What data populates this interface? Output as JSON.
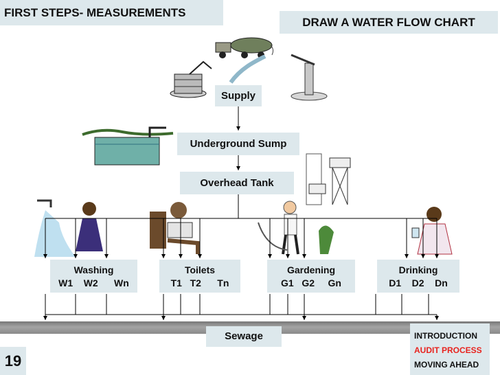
{
  "header": {
    "left_title": "FIRST STEPS- MEASUREMENTS",
    "right_title": "DRAW A WATER FLOW CHART"
  },
  "flow": {
    "supply": "Supply",
    "sump": "Underground Sump",
    "overhead": "Overhead Tank",
    "sewage": "Sewage"
  },
  "uses": [
    {
      "label": "Washing",
      "meters": "W1    W2      Wn"
    },
    {
      "label": "Toilets",
      "meters": "T1   T2      Tn"
    },
    {
      "label": "Gardening",
      "meters": "G1   G2     Gn"
    },
    {
      "label": "Drinking",
      "meters": "D1    D2    Dn"
    }
  ],
  "footer": {
    "page_number": "19",
    "nav": [
      "INTRODUCTION",
      "AUDIT PROCESS",
      "MOVING AHEAD"
    ]
  },
  "colors": {
    "box_fill": "#dde8ec",
    "active_nav": "#e8231e",
    "line": "#000000"
  }
}
